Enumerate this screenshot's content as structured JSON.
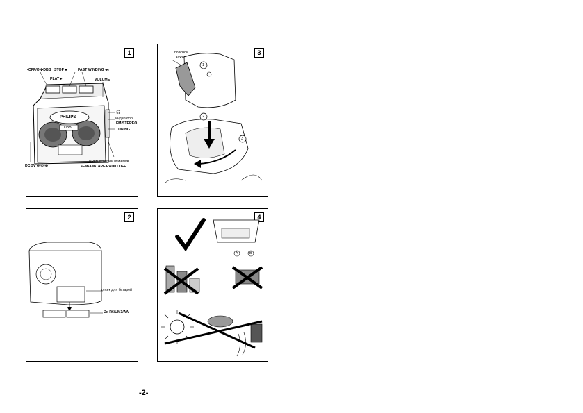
{
  "page_number": "-2-",
  "panels": {
    "p1": {
      "number": "1",
      "labels": {
        "off_on_dbb": "•OFF/ON•DBB",
        "stop": "STOP ■",
        "fast_winding": "FAST WINDING ◂◂",
        "play": "PLAY ▸",
        "volume": "VOLUME",
        "headphone": "🎧",
        "indicator": "индикатор",
        "fm_stereo": "FM/STEREO",
        "tuning": "TUNING",
        "dc": "DC 3V ⊖-⊙-⊕",
        "switch_modes": "переключатель режимов",
        "fm_am_tape": "•FM•AM•TAPE/RADIO OFF",
        "brand": "PHILIPS",
        "dbb": "DBB"
      }
    },
    "p2": {
      "number": "2",
      "labels": {
        "battery_compartment": "отсек для батарей",
        "batteries": "2x R6/UM3/AA"
      }
    },
    "p3": {
      "number": "3",
      "labels": {
        "belt_clip_1": "поясной",
        "belt_clip_2": "зажим",
        "step1": "1",
        "step2": "2",
        "step3": "3"
      }
    },
    "p4": {
      "number": "4",
      "labels": {
        "a": "A",
        "b": "B"
      }
    }
  }
}
